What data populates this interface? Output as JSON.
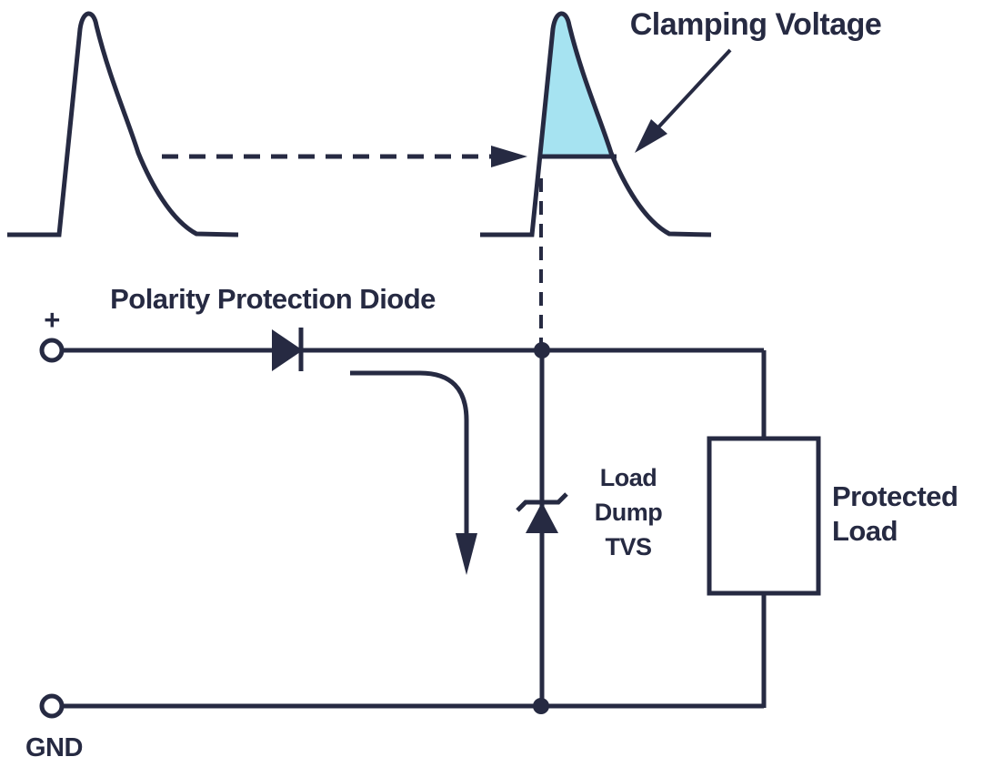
{
  "figure": {
    "type": "circuit-schematic-with-waveforms",
    "description_labels": {
      "clamping_voltage": "Clamping Voltage",
      "polarity_protection_diode": "Polarity Protection Diode",
      "positive_terminal": "+",
      "ground_terminal": "GND"
    }
  },
  "colors": {
    "line_color": "#262a42",
    "clamp_fill": "#a6e3f1",
    "background": "#ffffff"
  },
  "waveforms": {
    "clamping_voltage_label": "Clamping Voltage"
  },
  "circuit": {
    "plus_label": "+",
    "polarity_protection_diode_label": "Polarity Protection Diode",
    "load_dump_tvs_label": [
      "Load",
      "Dump",
      "TVS"
    ],
    "protected_load_label": [
      "Protected",
      "Load"
    ],
    "gnd_label": "GND"
  }
}
